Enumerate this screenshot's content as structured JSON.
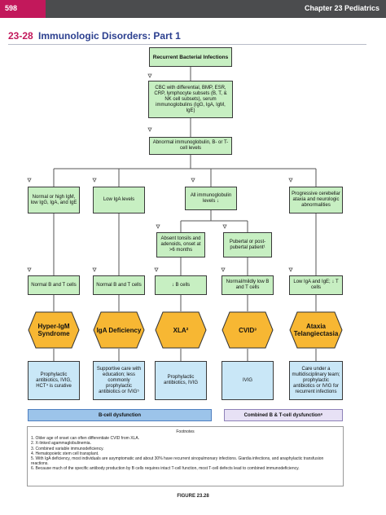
{
  "header": {
    "page_number": "598",
    "chapter": "Chapter 23  Pediatrics",
    "accent_color": "#c2185b",
    "bar_color": "#4b4c4e"
  },
  "figure": {
    "number": "23-28",
    "title": "Immunologic Disorders: Part 1",
    "caption": "FIGURE 23.28"
  },
  "nodes": {
    "root": "Recurrent Bacterial Infections",
    "labs": "CBC with differential, BMP, ESR, CRP, lymphocyte subsets (B, T, & NK cell subsets), serum immunoglobulins (IgG, IgA, IgM, IgE)",
    "abnormal": "Abnormal immunoglobulin, B- or T-cell levels",
    "b1": "Normal or high IgM, low IgG, IgA, and IgE",
    "b2": "Low IgA levels",
    "b3": "All immunoglobulin levels ↓",
    "b5": "Progressive cerebellar ataxia and neurologic abnormalities",
    "s3a": "Absent tonsils and adenoids, onset at >6 months",
    "s3b": "Pubertal or post-pubertal patient¹",
    "c1": "Normal B and T cells",
    "c2": "Normal B and T cells",
    "c3": "↓ B cells",
    "c4": "Normal/mildly low B and T cells",
    "c5": "Low IgA and IgE; ↓ T cells",
    "d1": "Hyper-IgM Syndrome",
    "d2": "IgA Deficiency",
    "d3": "XLA²",
    "d4": "CVID³",
    "d5": "Ataxia Telangiectasia",
    "t1": "Prophylactic antibiotics, IVIG, HCT⁴ is curative",
    "t2": "Supportive care with education; less commonly prophylactic antibiotics or IVIG⁵",
    "t3": "Prophylactic antibiotics, IVIG",
    "t4": "IVIG",
    "t5": "Care under a multidisciplinary team; prophylactic antibiotics or IVIG for recurrent infections"
  },
  "categories": {
    "b_cell": "B-cell dysfunction",
    "combined": "Combined B & T-cell dysfunction⁶"
  },
  "footnotes": {
    "title": "Footnotes",
    "items": [
      "1. Older age of onset can often differentiate CVID from XLA.",
      "2. X-linked agammaglobulinemia.",
      "3. Combined variable immunodeficiency.",
      "4. Hematopoietic stem cell transplant.",
      "5. With IgA deficiency, most individuals are asymptomatic and about 30% have recurrent sinopulmonary infections. Giardia infections, and anaphylactic transfusion reactions.",
      "6. Because much of the specific antibody production by B cells requires intact T-cell function, most T-cell defects lead to combined immunodeficiency."
    ]
  },
  "colors": {
    "green_box": "#c7efc2",
    "blue_box": "#c9e7f7",
    "hexagon": "#f7b733",
    "title_blue": "#2b3f8f",
    "b_cell_bar": "#9cc4ea",
    "combined_bar": "#e7e1f5"
  }
}
